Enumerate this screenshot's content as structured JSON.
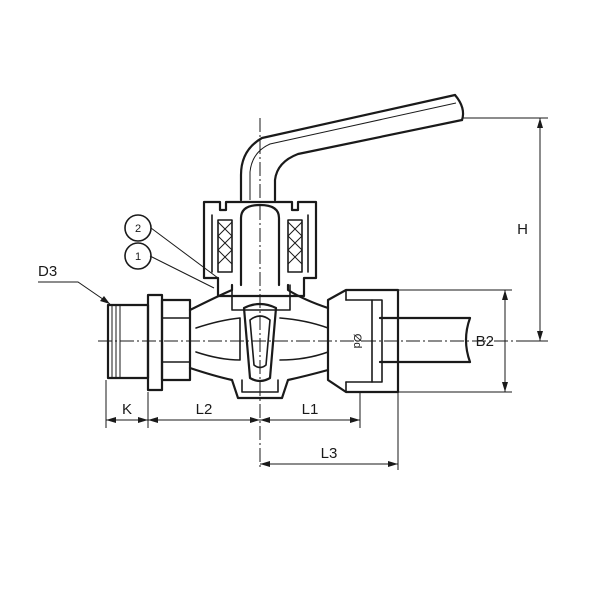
{
  "dimensions": {
    "d3": "D3",
    "k": "K",
    "l2": "L2",
    "l1": "L1",
    "l3": "L3",
    "h": "H",
    "b2": "B2",
    "d": "Ød"
  },
  "callouts": [
    "2",
    "1"
  ],
  "colors": {
    "line": "#1a1a1a",
    "background": "#ffffff"
  }
}
